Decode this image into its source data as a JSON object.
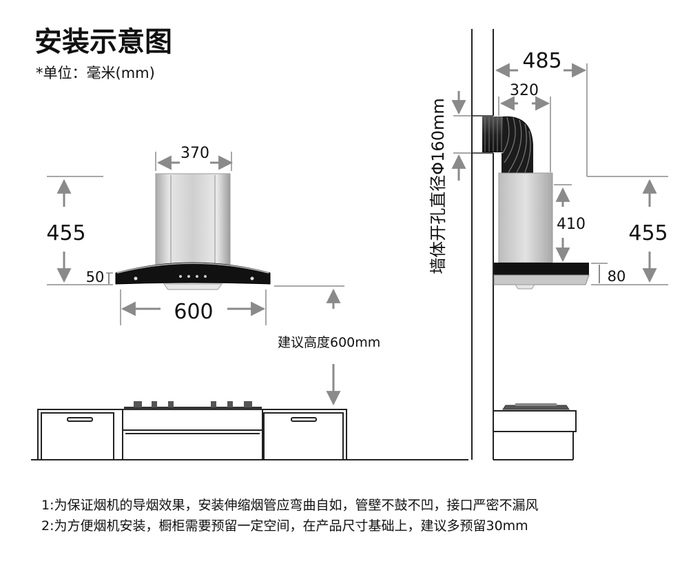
{
  "header": {
    "title": "安装示意图",
    "unit": "*单位：毫米(mm)"
  },
  "front_view": {
    "chimney_width": "370",
    "height_label": "455",
    "canopy_thickness": "50",
    "total_width": "600",
    "install_height": "建议高度600mm"
  },
  "side_view": {
    "depth_total": "485",
    "depth_chimney": "320",
    "wall_hole": "墙体开孔直径Φ160mm",
    "chimney_height": "410",
    "canopy_height": "80",
    "height_label": "455"
  },
  "notes": [
    "1:为保证烟机的导烟效果，安装伸缩烟管应弯曲自如，管壁不鼓不凹，接口严密不漏风",
    "2:为方便烟机安装，橱柜需要预留一定空间，在产品尺寸基础上，建议多预留30mm"
  ],
  "colors": {
    "dimension": "#8a8a8a",
    "line": "#222222",
    "glass": "#111111",
    "steel": "#c9c9c9"
  }
}
